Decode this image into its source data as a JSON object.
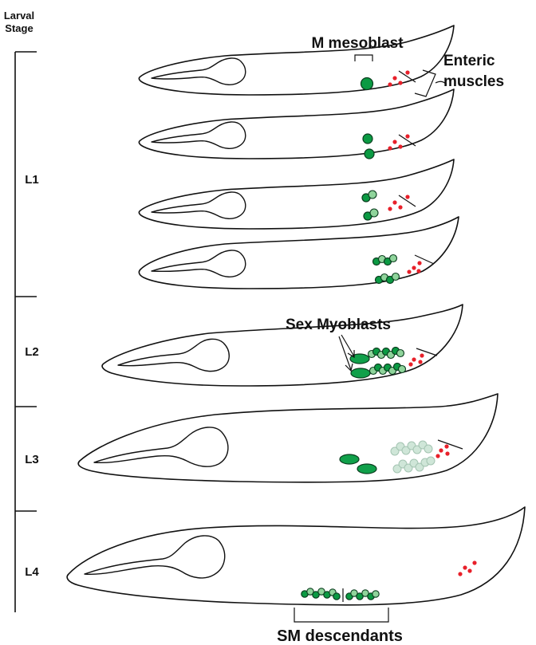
{
  "axis": {
    "title_line1": "Larval",
    "title_line2": "Stage",
    "stages": [
      "L1",
      "L2",
      "L3",
      "L4"
    ]
  },
  "annotations": {
    "m_mesoblast": "M mesoblast",
    "enteric_line1": "Enteric",
    "enteric_line2": "muscles",
    "sex_myoblasts": "Sex Myoblasts",
    "sm_descendants": "SM descendants"
  },
  "colors": {
    "mesoblast_cell": "#0b9a43",
    "light_cell": "#8fd49b",
    "faded_cell": "#cfe6d8",
    "enteric_dots": "#e8202a",
    "outline": "#111111"
  }
}
